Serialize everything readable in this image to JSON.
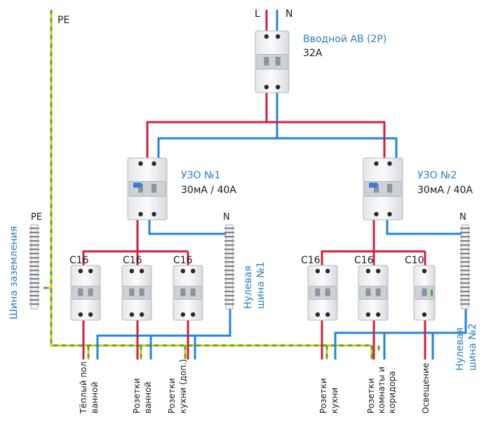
{
  "colors": {
    "phase": "#d21f3c",
    "neutral": "#1f86d9",
    "earth_yellow": "#e6c200",
    "earth_green": "#4caa3a",
    "label_blue": "#2a7fc2"
  },
  "mains": {
    "phase_label": "L",
    "neutral_label": "N",
    "breaker_title": "Вводной АВ (2Р)",
    "breaker_rating": "32А"
  },
  "earth": {
    "top_label": "PE",
    "bus_label": "PE",
    "bus_caption": "Шина заземления"
  },
  "rcd": [
    {
      "title": "УЗО №1",
      "rating": "30мА / 40А"
    },
    {
      "title": "УЗО №2",
      "rating": "30мА / 40А"
    }
  ],
  "neutral_bus": [
    {
      "label": "N",
      "caption_lines": [
        "Нулевая",
        "шина №1"
      ]
    },
    {
      "label": "N",
      "caption_lines": [
        "Нулевая",
        "шина №2"
      ]
    }
  ],
  "breakers": [
    "C16",
    "C16",
    "C16",
    "C16",
    "C16",
    "C10"
  ],
  "circuits": [
    {
      "lines": [
        "Тёплый пол",
        "ванной"
      ]
    },
    {
      "lines": [
        "Розетки",
        "ванной"
      ]
    },
    {
      "lines": [
        "Розетки",
        "кухни (доп.)"
      ]
    },
    {
      "lines": [
        "Розетки",
        "кухни"
      ]
    },
    {
      "lines": [
        "Розетки",
        "комнаты и",
        "коридора"
      ]
    },
    {
      "lines": [
        "Освещение"
      ]
    }
  ]
}
